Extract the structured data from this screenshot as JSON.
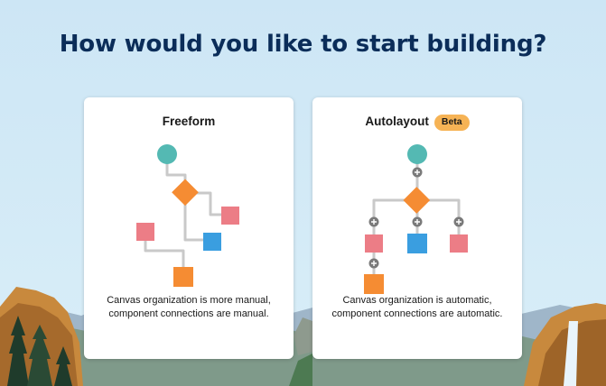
{
  "page": {
    "title": "How would you like to start building?"
  },
  "options": {
    "freeform": {
      "title": "Freeform",
      "description_line1": "Canvas organization is more manual,",
      "description_line2": "component connections are manual."
    },
    "autolayout": {
      "title": "Autolayout",
      "badge": "Beta",
      "description_line1": "Canvas organization is automatic,",
      "description_line2": "component connections are automatic."
    }
  },
  "colors": {
    "heading": "#0b2d59",
    "start_node": "#54b9b3",
    "decision_node": "#f58c33",
    "action_pink": "#ec7d86",
    "action_blue": "#3a9ee0",
    "action_orange": "#f58c33",
    "connector": "#c9c9c9",
    "add_node": "#7a7a7a",
    "badge": "#f6b355"
  },
  "icons": {
    "add_connector": "plus-circle-icon"
  }
}
